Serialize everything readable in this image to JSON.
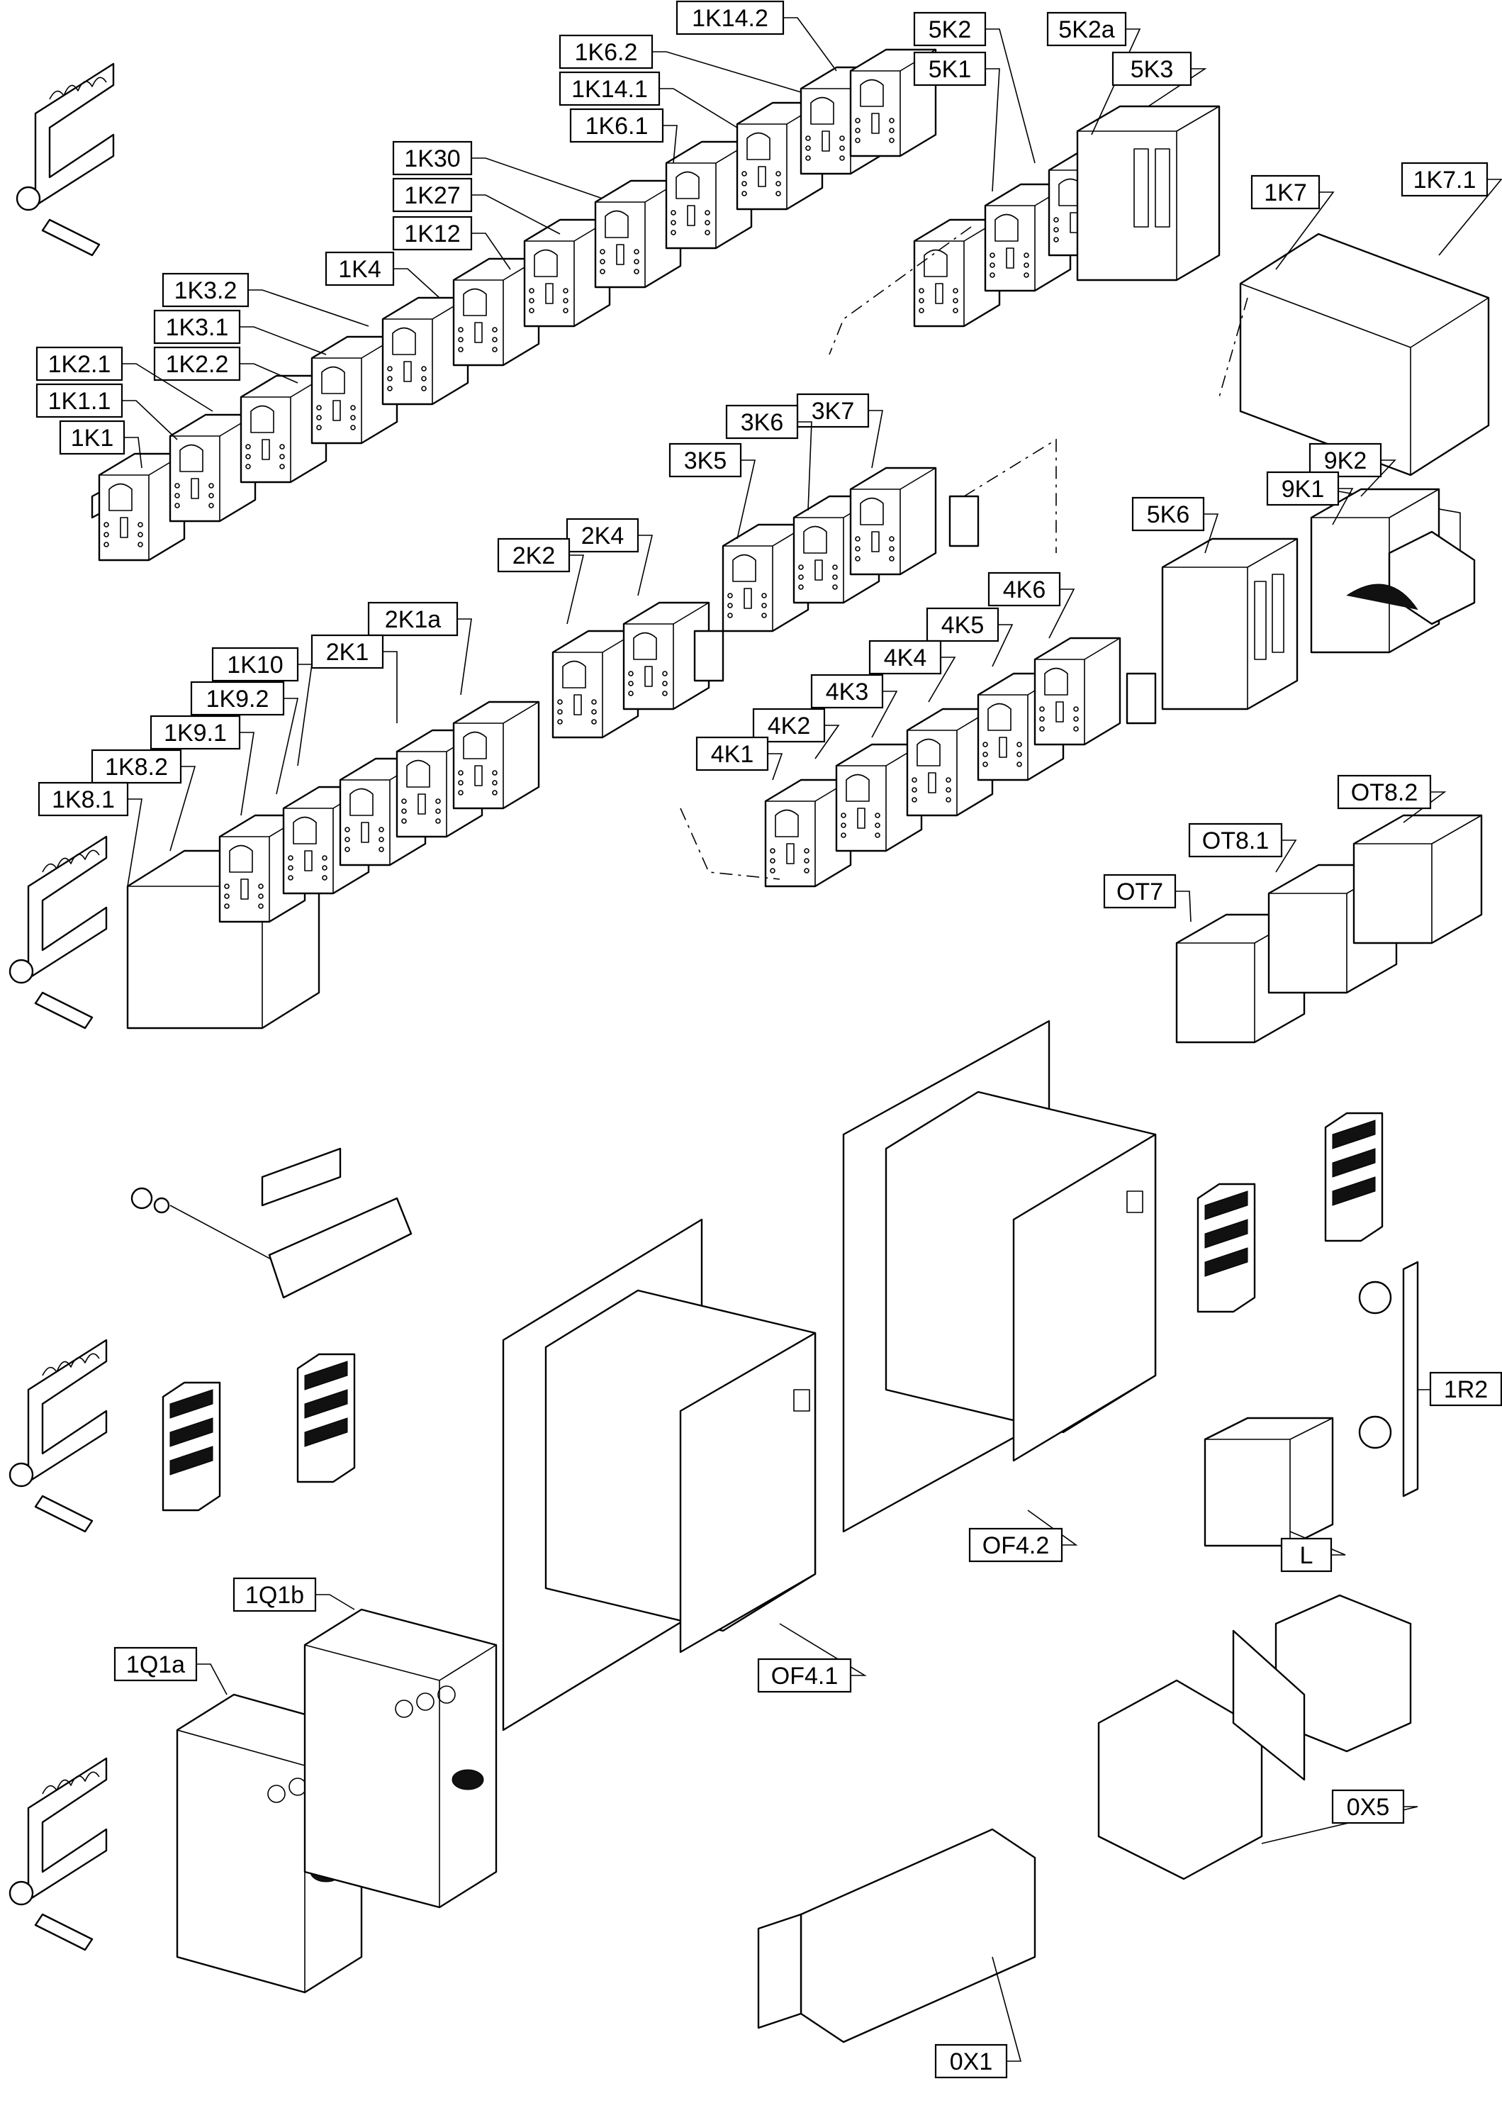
{
  "title": "",
  "callouts": [
    {
      "id": "1K14.2",
      "text": "1K14.2"
    },
    {
      "id": "1K6.2",
      "text": "1K6.2"
    },
    {
      "id": "1K14.1",
      "text": "1K14.1"
    },
    {
      "id": "1K6.1",
      "text": "1K6.1"
    },
    {
      "id": "1K30",
      "text": "1K30"
    },
    {
      "id": "1K27",
      "text": "1K27"
    },
    {
      "id": "1K12",
      "text": "1K12"
    },
    {
      "id": "1K4",
      "text": "1K4"
    },
    {
      "id": "1K3.2",
      "text": "1K3.2"
    },
    {
      "id": "1K3.1",
      "text": "1K3.1"
    },
    {
      "id": "1K2.2",
      "text": "1K2.2"
    },
    {
      "id": "1K2.1",
      "text": "1K2.1"
    },
    {
      "id": "1K1.1",
      "text": "1K1.1"
    },
    {
      "id": "1K1",
      "text": "1K1"
    },
    {
      "id": "5K2",
      "text": "5K2"
    },
    {
      "id": "5K2a",
      "text": "5K2a"
    },
    {
      "id": "5K1",
      "text": "5K1"
    },
    {
      "id": "5K3",
      "text": "5K3"
    },
    {
      "id": "1K7",
      "text": "1K7"
    },
    {
      "id": "1K7.1",
      "text": "1K7.1"
    },
    {
      "id": "3K7",
      "text": "3K7"
    },
    {
      "id": "3K6",
      "text": "3K6"
    },
    {
      "id": "3K5",
      "text": "3K5"
    },
    {
      "id": "9K2",
      "text": "9K2"
    },
    {
      "id": "9K1",
      "text": "9K1"
    },
    {
      "id": "5K6",
      "text": "5K6"
    },
    {
      "id": "2K4",
      "text": "2K4"
    },
    {
      "id": "2K2",
      "text": "2K2"
    },
    {
      "id": "4K6",
      "text": "4K6"
    },
    {
      "id": "4K5",
      "text": "4K5"
    },
    {
      "id": "4K4",
      "text": "4K4"
    },
    {
      "id": "4K3",
      "text": "4K3"
    },
    {
      "id": "4K2",
      "text": "4K2"
    },
    {
      "id": "4K1",
      "text": "4K1"
    },
    {
      "id": "2K1a",
      "text": "2K1a"
    },
    {
      "id": "2K1",
      "text": "2K1"
    },
    {
      "id": "1K10",
      "text": "1K10"
    },
    {
      "id": "1K9.2",
      "text": "1K9.2"
    },
    {
      "id": "1K9.1",
      "text": "1K9.1"
    },
    {
      "id": "1K8.2",
      "text": "1K8.2"
    },
    {
      "id": "1K8.1",
      "text": "1K8.1"
    },
    {
      "id": "OT8.2",
      "text": "OT8.2"
    },
    {
      "id": "OT8.1",
      "text": "OT8.1"
    },
    {
      "id": "OT7",
      "text": "OT7"
    },
    {
      "id": "1R2",
      "text": "1R2"
    },
    {
      "id": "OF4.2",
      "text": "OF4.2"
    },
    {
      "id": "L",
      "text": "L"
    },
    {
      "id": "1Q1b",
      "text": "1Q1b"
    },
    {
      "id": "1Q1a",
      "text": "1Q1a"
    },
    {
      "id": "OF4.1",
      "text": "OF4.1"
    },
    {
      "id": "0X5",
      "text": "0X5"
    },
    {
      "id": "0X1",
      "text": "0X1"
    }
  ],
  "icons": [
    "relay-icon",
    "contactor-icon",
    "din-rail-icon",
    "terminal-block-icon",
    "panel-meter-icon",
    "circuit-breaker-icon",
    "timer-icon",
    "potentiometer-icon"
  ]
}
